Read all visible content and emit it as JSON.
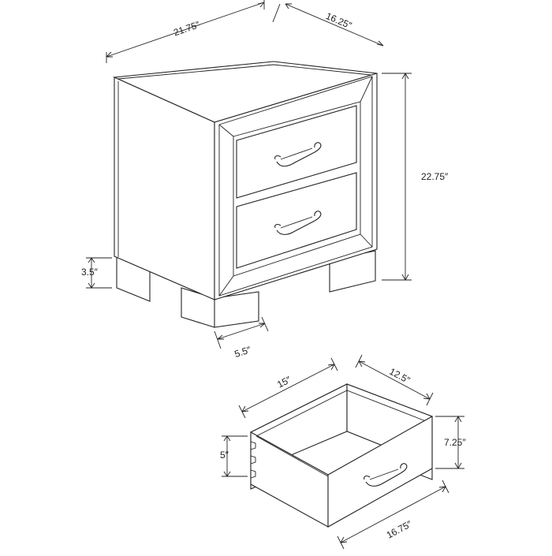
{
  "colors": {
    "line": "#222222",
    "background": "#ffffff"
  },
  "dimensions": {
    "nightstand_width": "21.75″",
    "nightstand_depth": "16.25″",
    "nightstand_height": "22.75″",
    "leg_height": "3.5″",
    "leg_width": "5.5″",
    "drawer_inner_width": "15″",
    "drawer_inner_depth": "12.5″",
    "drawer_inner_height": "5″",
    "drawer_front_height": "7.25″",
    "drawer_front_width": "16.75″"
  }
}
